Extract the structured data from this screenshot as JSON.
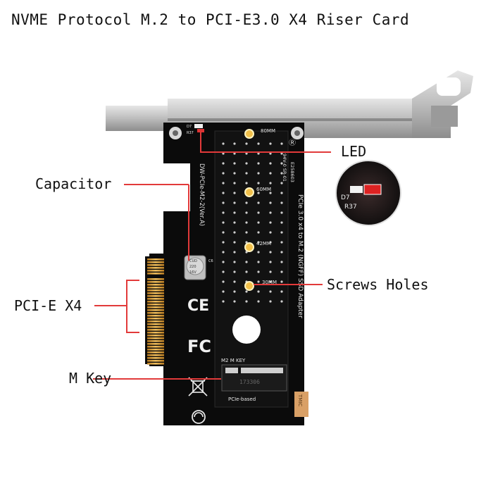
{
  "title": "NVME Protocol M.2 to PCI-E3.0 X4 Riser Card",
  "callouts": {
    "led": "LED",
    "capacitor": "Capacitor",
    "pcie": "PCI-E X4",
    "screws": "Screws Holes",
    "mkey": "M Key"
  },
  "board": {
    "model": "DW-PCIe-M2-2(Ver.A)",
    "adapter_line1": "PCIe 3.0 x4 to M.2 (NGFF) SSD Adapter",
    "cert_line1": "94V-0 SR-01",
    "cert_line2": "E258603",
    "size_80": "80MM",
    "size_60": "60MM",
    "size_42": "42MM",
    "size_30": "30MM",
    "m2_key": "M2  M KEY",
    "pcie_based": "PCIe-based",
    "barcode": "173306",
    "led_code": "D7",
    "resistor_code": "R37",
    "cap_code": "C6",
    "ce": "CE",
    "fc": "FC"
  },
  "colors": {
    "pcb": "#0b0b0b",
    "bracket": "#c9c9c9",
    "gold": "#e0a43a",
    "callout_line": "#e23a3a"
  },
  "icons": [
    "weee-bin-icon",
    "recycle-icon",
    "ce-mark-icon",
    "fc-mark-icon",
    "ul-mark-icon"
  ]
}
